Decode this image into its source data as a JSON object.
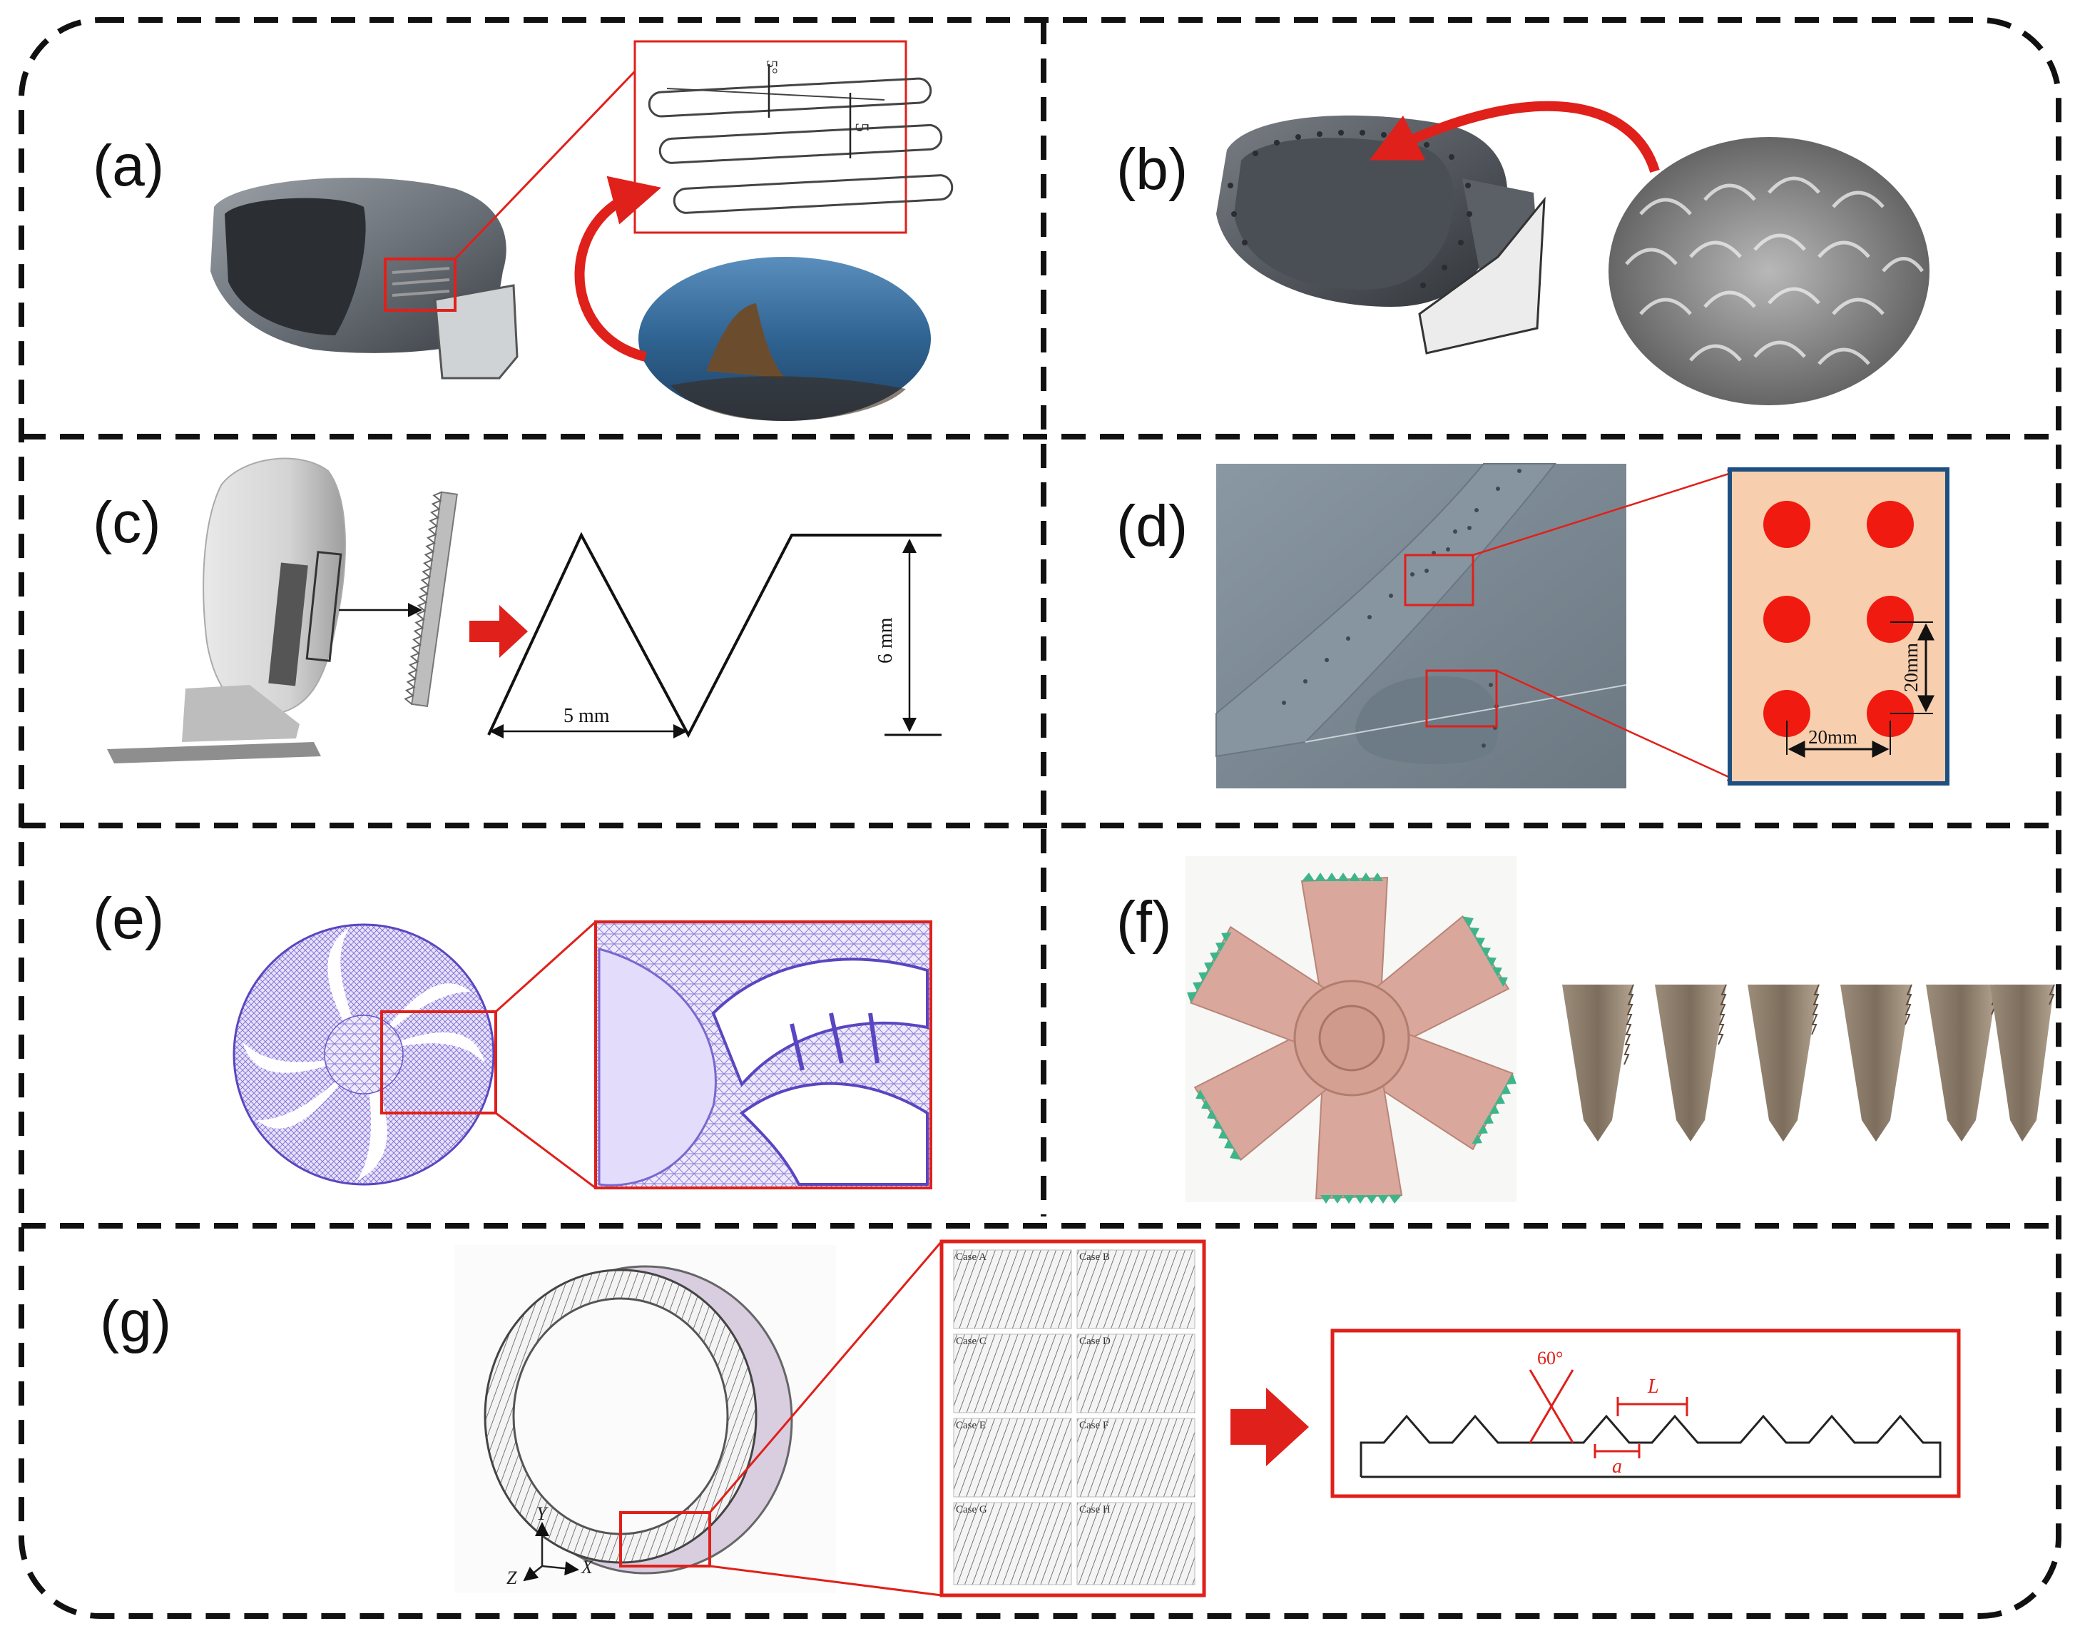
{
  "panels": {
    "a": {
      "label": "(a)",
      "dims": {
        "angle": "5°",
        "spacing": "5"
      }
    },
    "b": {
      "label": "(b)"
    },
    "c": {
      "label": "(c)",
      "dims": {
        "width": "5 mm",
        "height": "6 mm"
      }
    },
    "d": {
      "label": "(d)",
      "dims": {
        "vertical": "20mm",
        "horizontal": "20mm"
      }
    },
    "e": {
      "label": "(e)"
    },
    "f": {
      "label": "(f)"
    },
    "g": {
      "label": "(g)",
      "axes": {
        "y": "Y",
        "x": "X",
        "z": "Z"
      },
      "cases": [
        "Case A",
        "Case B",
        "Case C",
        "Case D",
        "Case E",
        "Case F",
        "Case G",
        "Case H"
      ],
      "profile": {
        "angle": "60°",
        "length": "L",
        "width": "a"
      }
    }
  },
  "colors": {
    "highlight": "#e0201a",
    "frame": "#111111",
    "dot_bg": "#f8cfae",
    "dot_border": "#1d4f82",
    "mesh": "#6b55c8",
    "blade": "#d9a79b",
    "serration": "#3db58a",
    "car_metal": "#5f6a73"
  }
}
